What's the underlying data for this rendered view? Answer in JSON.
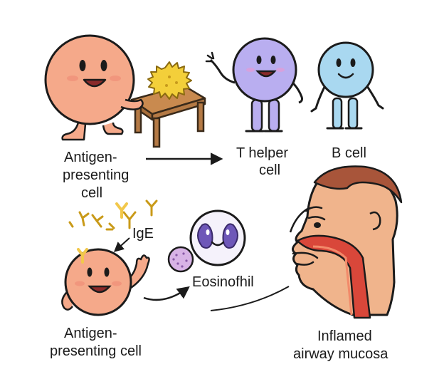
{
  "labels": {
    "apc_top": [
      "Antigen-",
      "presenting",
      "cell"
    ],
    "t_helper": [
      "T helper",
      "cell"
    ],
    "b_cell": "B cell",
    "ige": "IgE",
    "eosinophil": "Eosinofhil",
    "apc_bottom": [
      "Antigen-",
      "presenting cell"
    ],
    "airway": [
      "Inflamed",
      "airway mucosa"
    ]
  },
  "icons": [
    "apc-cell-character",
    "allergen-pollen-icon",
    "table-icon",
    "t-helper-cell-character",
    "b-cell-character",
    "ige-antibody-icon",
    "eosinophil-cell-icon",
    "granule-cell-icon",
    "inflamed-airway-face-icon",
    "arrow-icon"
  ],
  "colors": {
    "apc": "#f5a98a",
    "t_helper": "#b9aef0",
    "b_cell": "#a9d8f0",
    "allergen": "#f3cf3a",
    "ige": "#f2c84b",
    "table": "#c98a4f",
    "eosinophil_nucleus": "#6e57b8",
    "granule_cell": "#d8b3e6",
    "airway_red": "#d9473a",
    "skin": "#f0b48c"
  }
}
